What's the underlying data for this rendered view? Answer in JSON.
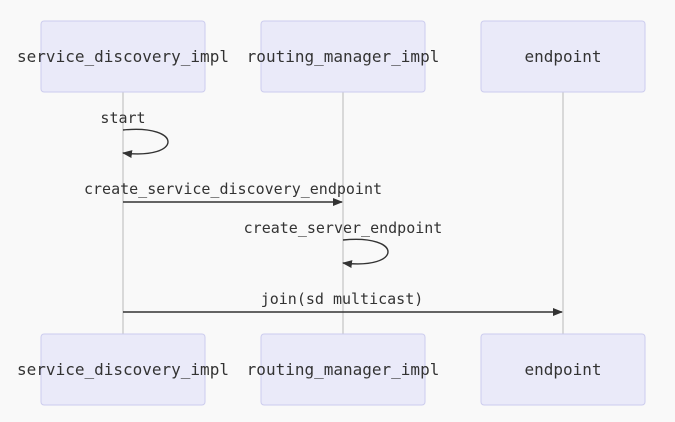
{
  "diagram": {
    "type": "sequence",
    "participants": [
      {
        "id": "sd",
        "label": "service_discovery_impl"
      },
      {
        "id": "rm",
        "label": "routing_manager_impl"
      },
      {
        "id": "ep",
        "label": "endpoint"
      }
    ],
    "messages": [
      {
        "from": "sd",
        "to": "sd",
        "label": "start"
      },
      {
        "from": "sd",
        "to": "rm",
        "label": "create_service_discovery_endpoint"
      },
      {
        "from": "rm",
        "to": "rm",
        "label": "create_server_endpoint"
      },
      {
        "from": "sd",
        "to": "ep",
        "label": "join(sd multicast)"
      }
    ]
  }
}
